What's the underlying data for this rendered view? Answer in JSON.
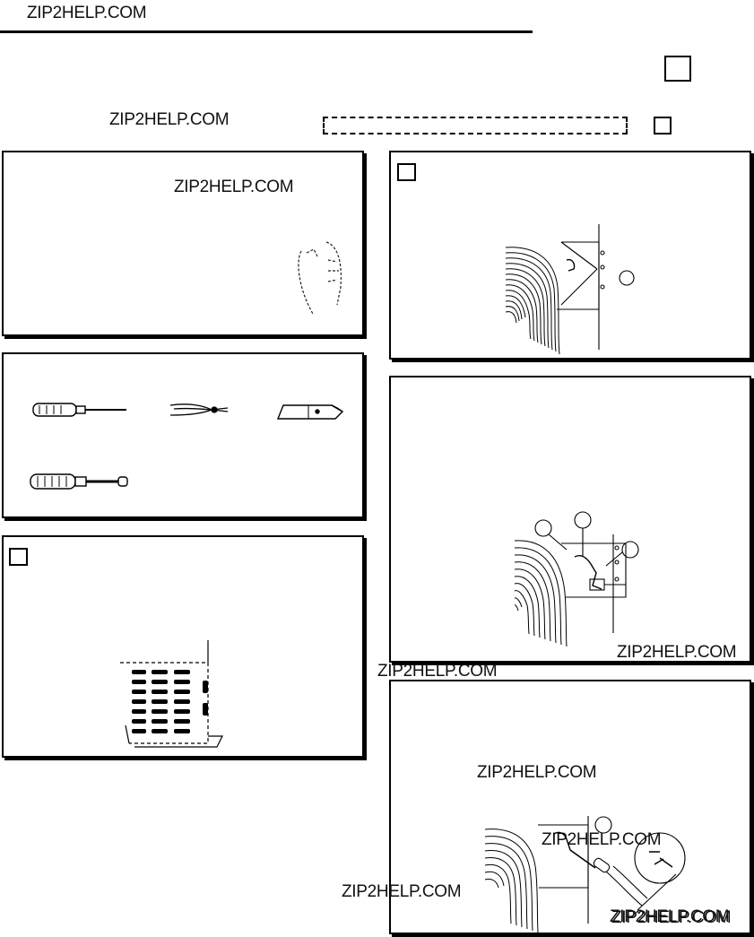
{
  "page": {
    "header_watermark": "ZIP2HELP.COM"
  },
  "watermarks": [
    "ZIP2HELP.COM",
    "ZIP2HELP.COM",
    "ZIP2HELP.COM",
    "ZIP2HELP.COM",
    "ZIP2HELP.COM",
    "ZIP2HELP.COM",
    "ZIP2HELP.COM",
    "ZIP2HELP.COM",
    "ZIP2HELP.COM"
  ],
  "icons": {
    "tools": [
      "phillips-screwdriver-icon",
      "pliers-icon",
      "utility-knife-icon",
      "nut-driver-icon"
    ]
  },
  "colors": {
    "ink": "#000000",
    "paper": "#ffffff"
  }
}
